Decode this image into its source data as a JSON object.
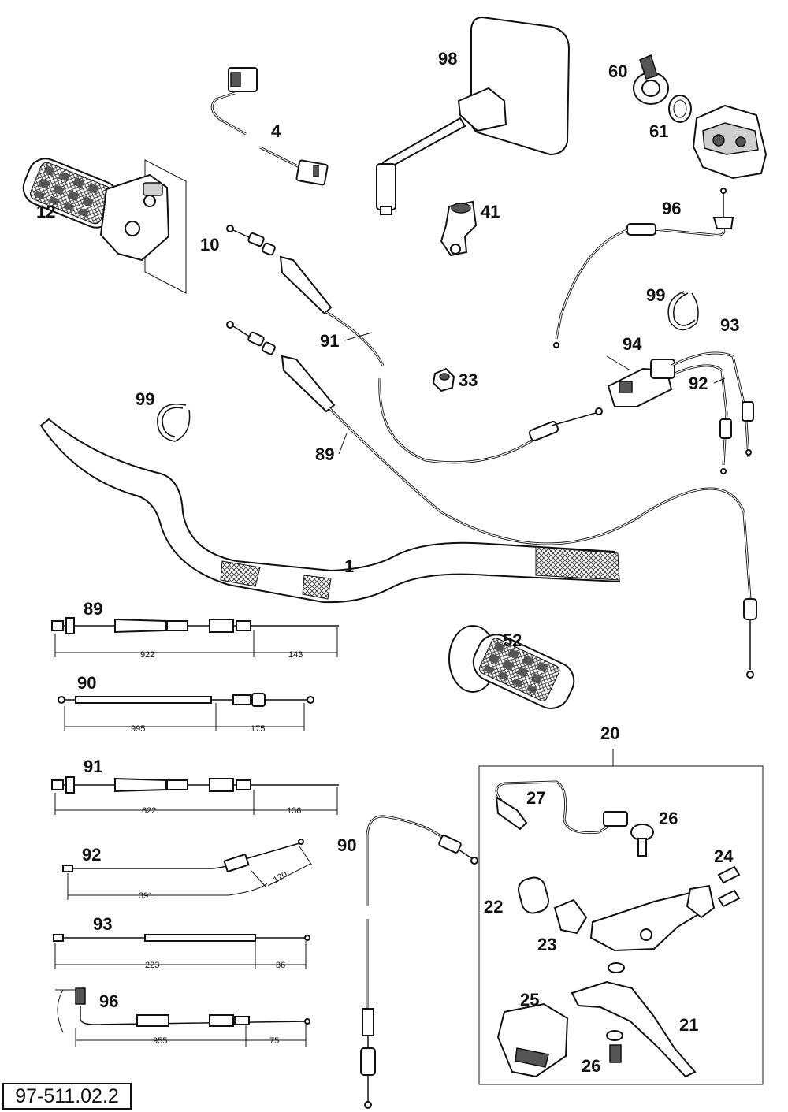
{
  "diagram_code": "97-511.02.2",
  "callouts": {
    "p1": "1",
    "p4": "4",
    "p10": "10",
    "p12": "12",
    "p20": "20",
    "p21": "21",
    "p22": "22",
    "p23": "23",
    "p24": "24",
    "p25": "25",
    "p26a": "26",
    "p26b": "26",
    "p27": "27",
    "p33": "33",
    "p41": "41",
    "p52": "52",
    "p60": "60",
    "p61": "61",
    "p89a": "89",
    "p89b": "89",
    "p90a": "90",
    "p90b": "90",
    "p91a": "91",
    "p91b": "91",
    "p92a": "92",
    "p92b": "92",
    "p93a": "93",
    "p93b": "93",
    "p94": "94",
    "p96a": "96",
    "p96b": "96",
    "p98": "98",
    "p99a": "99",
    "p99b": "99"
  },
  "cable_specs": [
    {
      "part": "89",
      "length_a": "922",
      "length_b": "143"
    },
    {
      "part": "90",
      "length_a": "995",
      "length_b": "175"
    },
    {
      "part": "91",
      "length_a": "622",
      "length_b": "136"
    },
    {
      "part": "92",
      "length_a": "391",
      "length_b": "120"
    },
    {
      "part": "93",
      "length_a": "223",
      "length_b": "86"
    },
    {
      "part": "96",
      "length_a": "955",
      "length_b": "75"
    }
  ]
}
